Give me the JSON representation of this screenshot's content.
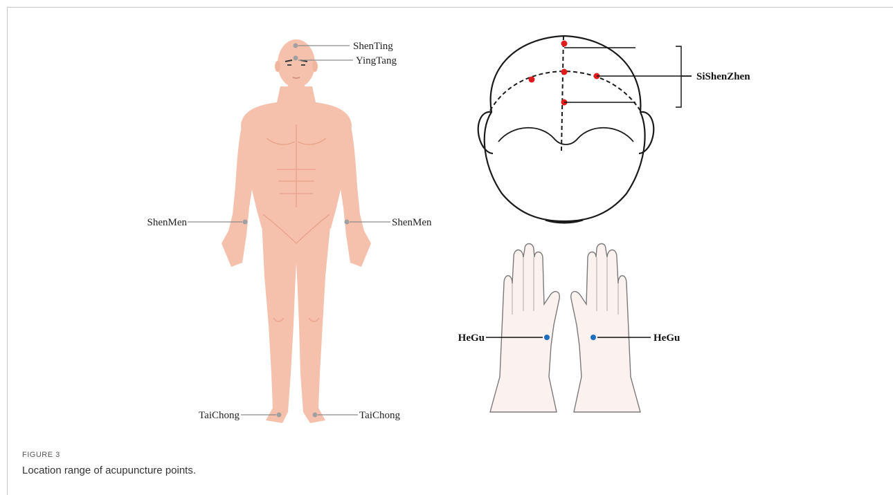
{
  "body_points": {
    "shenting": "ShenTing",
    "yingtang": "YingTang",
    "shenmen_left": "ShenMen",
    "shenmen_right": "ShenMen",
    "taichong_left": "TaiChong",
    "taichong_right": "TaiChong"
  },
  "head_points": {
    "group_label": "SiShenZhen"
  },
  "hand_points": {
    "hegu_left": "HeGu",
    "hegu_right": "HeGu"
  },
  "colors": {
    "skin": "#f5c1ad",
    "skin_shadow": "#e9a58e",
    "body_point": "#a0a0a0",
    "head_point": "#e01b1b",
    "hand_point": "#1e6fc0",
    "leader_line": "#8a8a8a"
  },
  "caption": {
    "figure_label": "FIGURE 3",
    "text": "Location range of acupuncture points."
  }
}
